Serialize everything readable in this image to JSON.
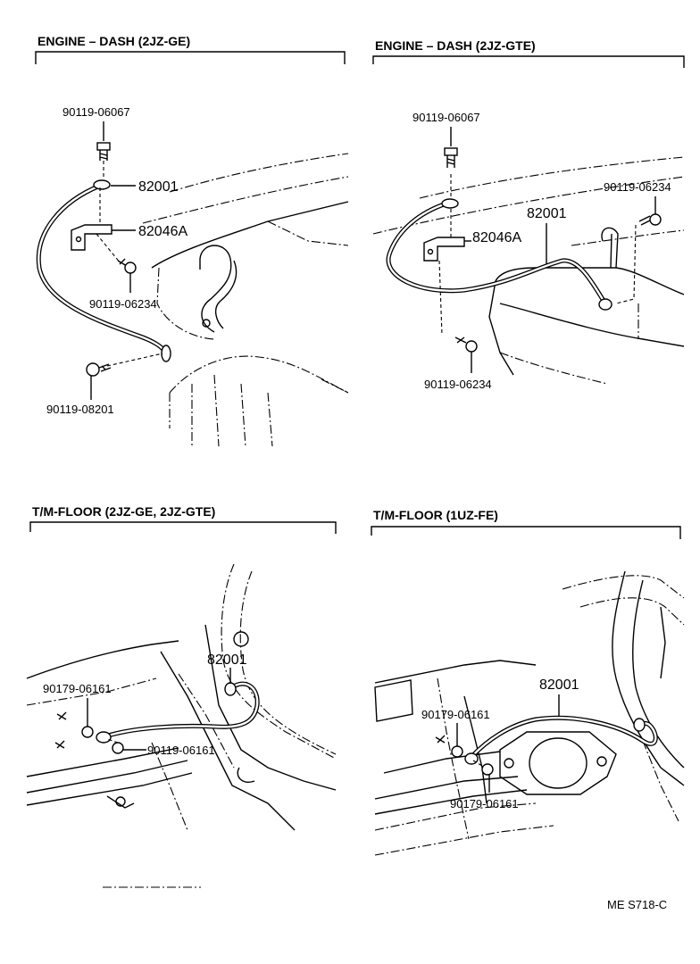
{
  "panels": {
    "tl": {
      "title": "ENGINE – DASH (2JZ-GE)",
      "labels": {
        "bolt_top": "90119-06067",
        "strap": "82001",
        "bracket": "82046A",
        "bolt_mid": "90119-06234",
        "bolt_bottom": "90119-08201"
      }
    },
    "tr": {
      "title": "ENGINE – DASH (2JZ-GTE)",
      "labels": {
        "bolt_top": "90119-06067",
        "bolt_right": "90119-06234",
        "strap": "82001",
        "bracket": "82046A",
        "bolt_bottom": "90119-06234"
      }
    },
    "bl": {
      "title": "T/M-FLOOR (2JZ-GE, 2JZ-GTE)",
      "labels": {
        "strap": "82001",
        "nut": "90179-06161",
        "bolt": "90119-06161"
      }
    },
    "br": {
      "title": "T/M-FLOOR (1UZ-FE)",
      "labels": {
        "strap": "82001",
        "nut_top": "90179-06161",
        "nut_bottom": "90179-06161"
      }
    }
  },
  "figure_code": "ME S718-C"
}
